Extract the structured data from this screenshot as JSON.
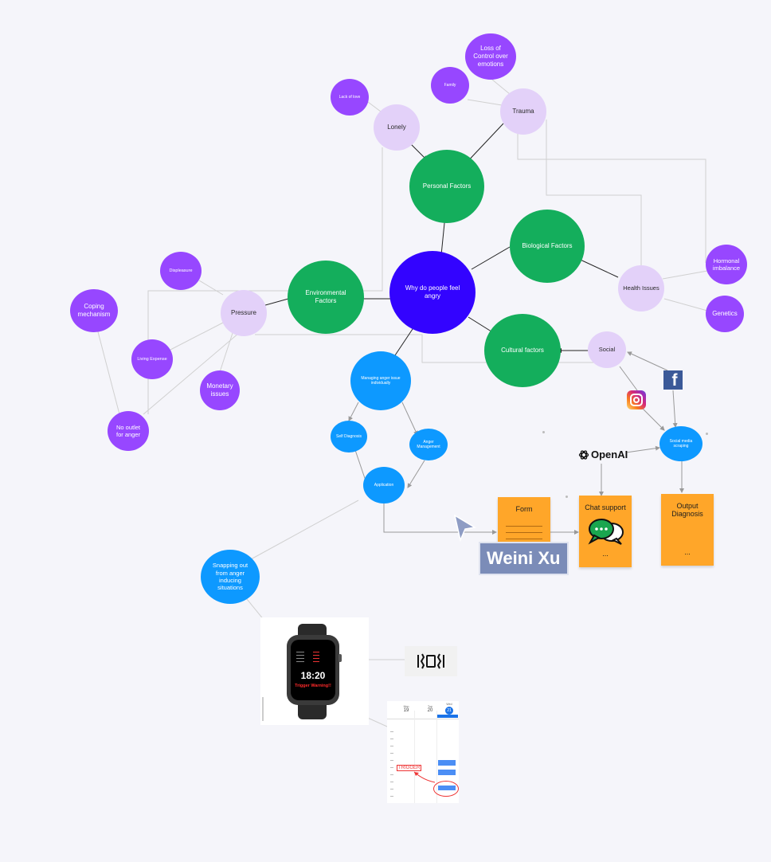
{
  "nodes": {
    "central": "Why do people feel angry",
    "personal": "Personal Factors",
    "biological": "Biological Factors",
    "environmental": "Environmental Factors",
    "cultural": "Cultural factors",
    "lonely": "Lonely",
    "trauma": "Trauma",
    "lack_of_love": "Lack of love",
    "family": "Family",
    "loss_of_control": "Loss of Control over emotions",
    "health_issues": "Health Issues",
    "hormonal": "Hormonal imbalance",
    "genetics": "Genetics",
    "pressure": "Pressure",
    "displeasure": "Displeasure",
    "coping": "Coping mechanism",
    "living_expense": "Living Expense",
    "monetary": "Monetary issues",
    "no_outlet": "No outlet for anger",
    "social": "Social",
    "managing": "Managing anger issue individually",
    "self_diagnosis": "Self Diagnosis",
    "anger_mgmt": "Anger Management",
    "application": "Application",
    "snapping": "Snapping out from anger inducing situations",
    "social_media": "Social media scraping"
  },
  "stickies": {
    "form": "Form",
    "chat": "Chat support",
    "chat_dots": "...",
    "output": "Output Diagnosis",
    "output_dots": "..."
  },
  "logos": {
    "openai": "OpenAI",
    "facebook": "f"
  },
  "watch": {
    "time": "18:20",
    "warning": "Trigger Warning!!"
  },
  "calendar": {
    "days": [
      "19",
      "20",
      "21"
    ],
    "day_names": [
      "Mon",
      "Tue",
      "Wed"
    ],
    "trigger": "TRIGGER"
  },
  "cursor": {
    "name": "Weini Xu",
    "color": "#7b8cb8"
  },
  "colors": {
    "purple": "#9747ff",
    "lilac": "#e3d1f9",
    "green": "#14ae5c",
    "blue": "#0d99ff",
    "indigo": "#3303ff",
    "sticky": "#ffa629"
  }
}
